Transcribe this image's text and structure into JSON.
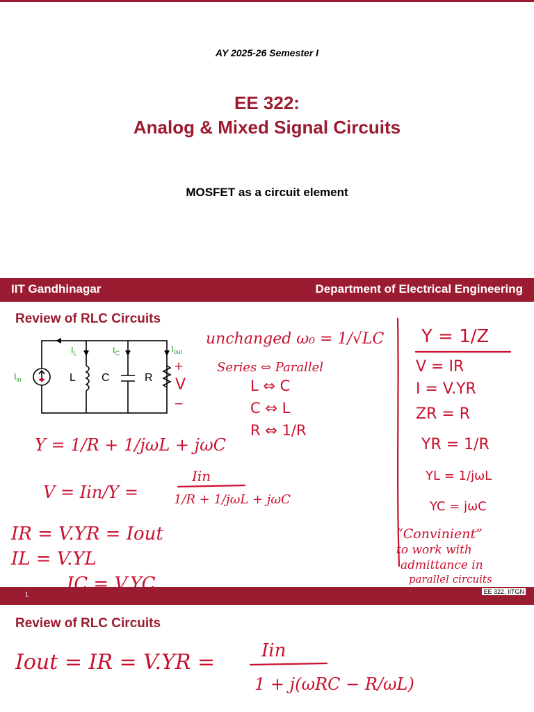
{
  "slide1": {
    "semester": "AY 2025-26 Semester I",
    "course_code": "EE 322:",
    "course_name": "Analog & Mixed Signal Circuits",
    "topic": "MOSFET as a circuit element"
  },
  "footer": {
    "institute": "IIT Gandhinagar",
    "department": "Department of Electrical Engineering"
  },
  "slide2": {
    "title": "Review of RLC Circuits",
    "slide_number": "1",
    "footer_text": "EE 322, IITGN",
    "circuit": {
      "source_label": "I",
      "source_sub": "in",
      "labels": [
        "L",
        "C",
        "R"
      ],
      "currents": [
        {
          "label": "I",
          "sub": "L"
        },
        {
          "label": "I",
          "sub": "C"
        },
        {
          "label": "I",
          "sub": "out"
        }
      ],
      "plus": "+",
      "voltage": "V",
      "minus": "−"
    },
    "notes": {
      "w0": "unchanged ω₀ = 1/√LC",
      "series_parallel": "Series ⇔ Parallel",
      "l_c": "L ⇔ C",
      "c_l": "C ⇔ L",
      "r_inv": "R ⇔ 1/R",
      "y_eq": "Y = 1/R + 1/jωL + jωC",
      "v_eq_lhs": "V = Iin/Y =",
      "v_eq_num": "Iin",
      "v_eq_den": "1/R + 1/jωL + jωC",
      "ir_eq": "IR = V.YR = Iout",
      "il_eq": "IL = V.YL",
      "ic_eq": "IC = V.YC",
      "right_y": "Y = 1/Z",
      "right_v": "V = IR",
      "right_i": "I = V.YR",
      "right_zr": "ZR = R",
      "right_yr": "YR = 1/R",
      "right_yl": "YL = 1/jωL",
      "right_yc": "YC = jωC",
      "convenient_1": "“Convinient”",
      "convenient_2": "to work with",
      "convenient_3": "admittance in",
      "convenient_4": "parallel circuits"
    }
  },
  "slide3": {
    "title": "Review of RLC Circuits",
    "eq_lhs": "Iout = IR = V.YR =",
    "eq_num": "Iin",
    "eq_den": "1 + j(ωRC − R/ωL)"
  }
}
